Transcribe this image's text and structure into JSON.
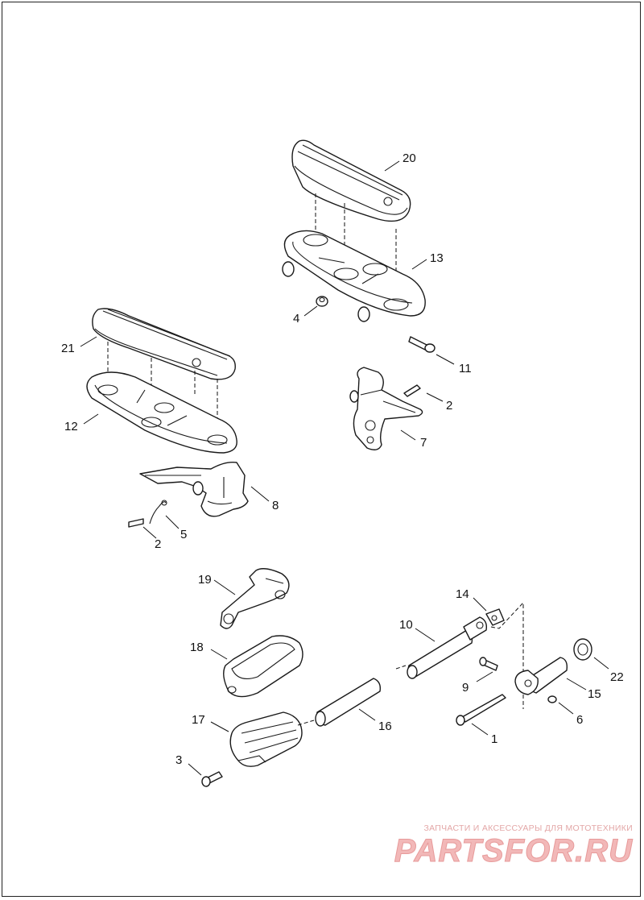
{
  "callouts": {
    "c20": "20",
    "c13": "13",
    "c4": "4",
    "c11": "11",
    "c21": "21",
    "c12": "12",
    "c2a": "2",
    "c7": "7",
    "c8": "8",
    "c5": "5",
    "c2b": "2",
    "c19": "19",
    "c14": "14",
    "c10": "10",
    "c18": "18",
    "c9": "9",
    "c22": "22",
    "c15": "15",
    "c6": "6",
    "c17": "17",
    "c16": "16",
    "c1": "1",
    "c3": "3"
  },
  "watermark": {
    "caption": "ЗАПЧАСТИ И АКСЕССУАРЫ ДЛЯ МОТОТЕХНИКИ",
    "logo": "PARTSFOR.RU"
  },
  "colors": {
    "line": "#1a1a1a",
    "watermark": "#f2b8b8"
  }
}
